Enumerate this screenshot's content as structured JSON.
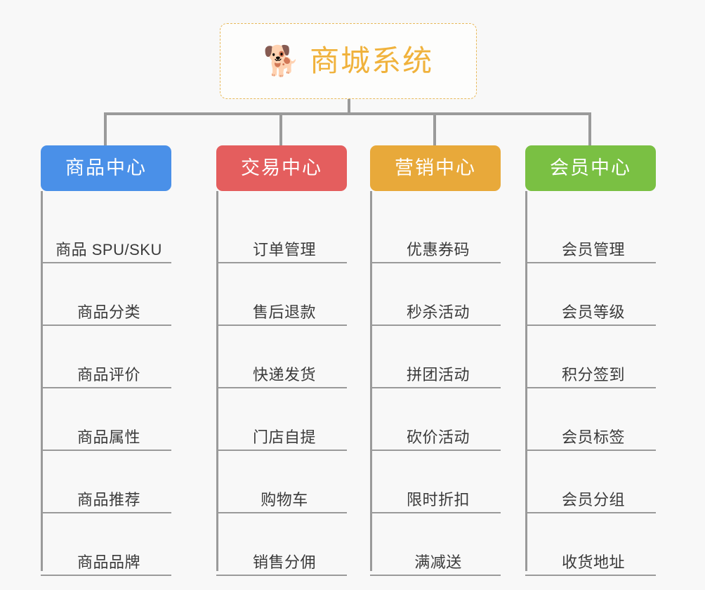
{
  "canvas": {
    "background_color": "#f8f8f8",
    "connector_color": "#9a9a9a"
  },
  "root": {
    "icon": "shiba-dog-face-emoji",
    "emoji": "🐕",
    "title": "商城系统",
    "text_color": "#f0b23c",
    "border_color": "#e8b95a",
    "background_color": "#fdfdfc"
  },
  "branches": [
    {
      "title": "商品中心",
      "color": "#4a90e8",
      "items": [
        "商品 SPU/SKU",
        "商品分类",
        "商品评价",
        "商品属性",
        "商品推荐",
        "商品品牌"
      ]
    },
    {
      "title": "交易中心",
      "color": "#e45e5e",
      "items": [
        "订单管理",
        "售后退款",
        "快递发货",
        "门店自提",
        "购物车",
        "销售分佣"
      ]
    },
    {
      "title": "营销中心",
      "color": "#e8a93a",
      "items": [
        "优惠券码",
        "秒杀活动",
        "拼团活动",
        "砍价活动",
        "限时折扣",
        "满减送"
      ]
    },
    {
      "title": "会员中心",
      "color": "#7ac043",
      "items": [
        "会员管理",
        "会员等级",
        "积分签到",
        "会员标签",
        "会员分组",
        "收货地址"
      ]
    }
  ]
}
